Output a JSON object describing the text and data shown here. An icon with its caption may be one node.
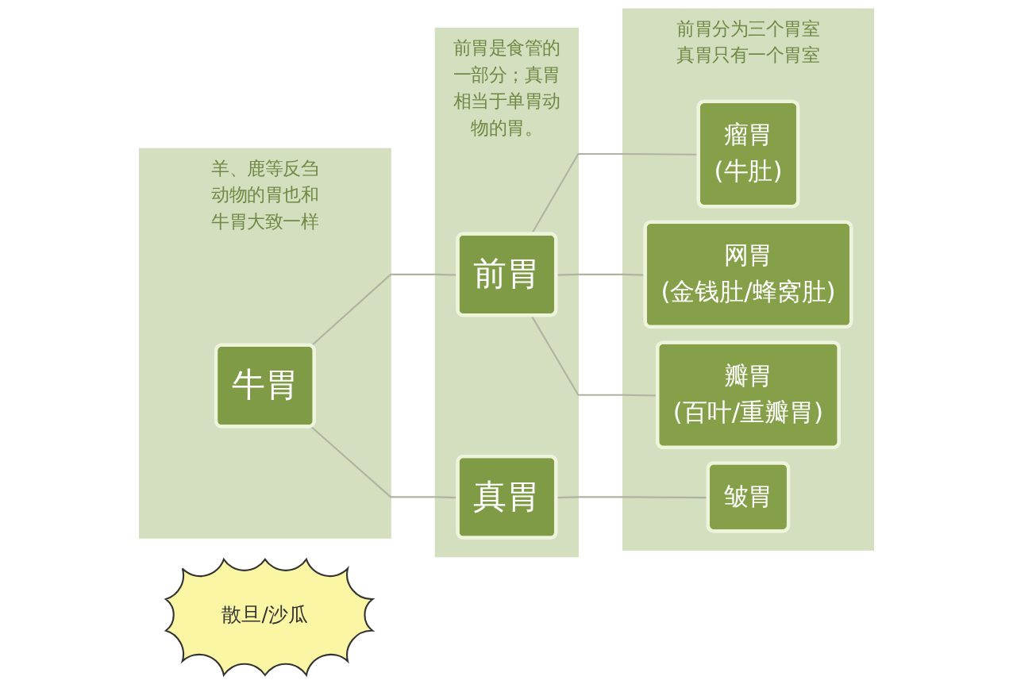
{
  "diagram": {
    "nodes": [
      {
        "text": [
          "羊、鹿等反刍动物的胃也和牛胃大致一样"
        ]
      },
      {
        "text": [
          "牛胃"
        ],
        "in": 0
      },
      {
        "text": [
          "前胃是食管的一部分；真胃相当于单胃动物的胃。"
        ]
      },
      {
        "text": [
          "前胃"
        ],
        "in": 2
      },
      {
        "text": [
          "真胃"
        ],
        "in": 2
      },
      {
        "text": [
          "前胃分为三个胃室真胃只有一个胃室"
        ]
      },
      {
        "text": [
          "瘤胃",
          "(牛肚)"
        ],
        "in": 5
      },
      {
        "text": [
          "网胃",
          "(金钱肚/蜂窝肚)"
        ],
        "in": 5
      },
      {
        "text": [
          "瓣胃",
          "(百叶/重瓣胃)"
        ],
        "in": 5
      },
      {
        "text": [
          "皱胃"
        ],
        "in": 5
      },
      {
        "text": [
          "散旦/沙瓜"
        ]
      }
    ],
    "edges": [
      {
        "from": 1,
        "to": 3,
        "arrow": "none"
      },
      {
        "from": 1,
        "to": 4,
        "arrow": "none"
      },
      {
        "from": 3,
        "to": 6,
        "arrow": "none"
      },
      {
        "from": 3,
        "to": 7,
        "arrow": "none"
      },
      {
        "from": 3,
        "to": 8,
        "arrow": "none"
      },
      {
        "from": 4,
        "to": 9,
        "arrow": "none"
      }
    ]
  }
}
